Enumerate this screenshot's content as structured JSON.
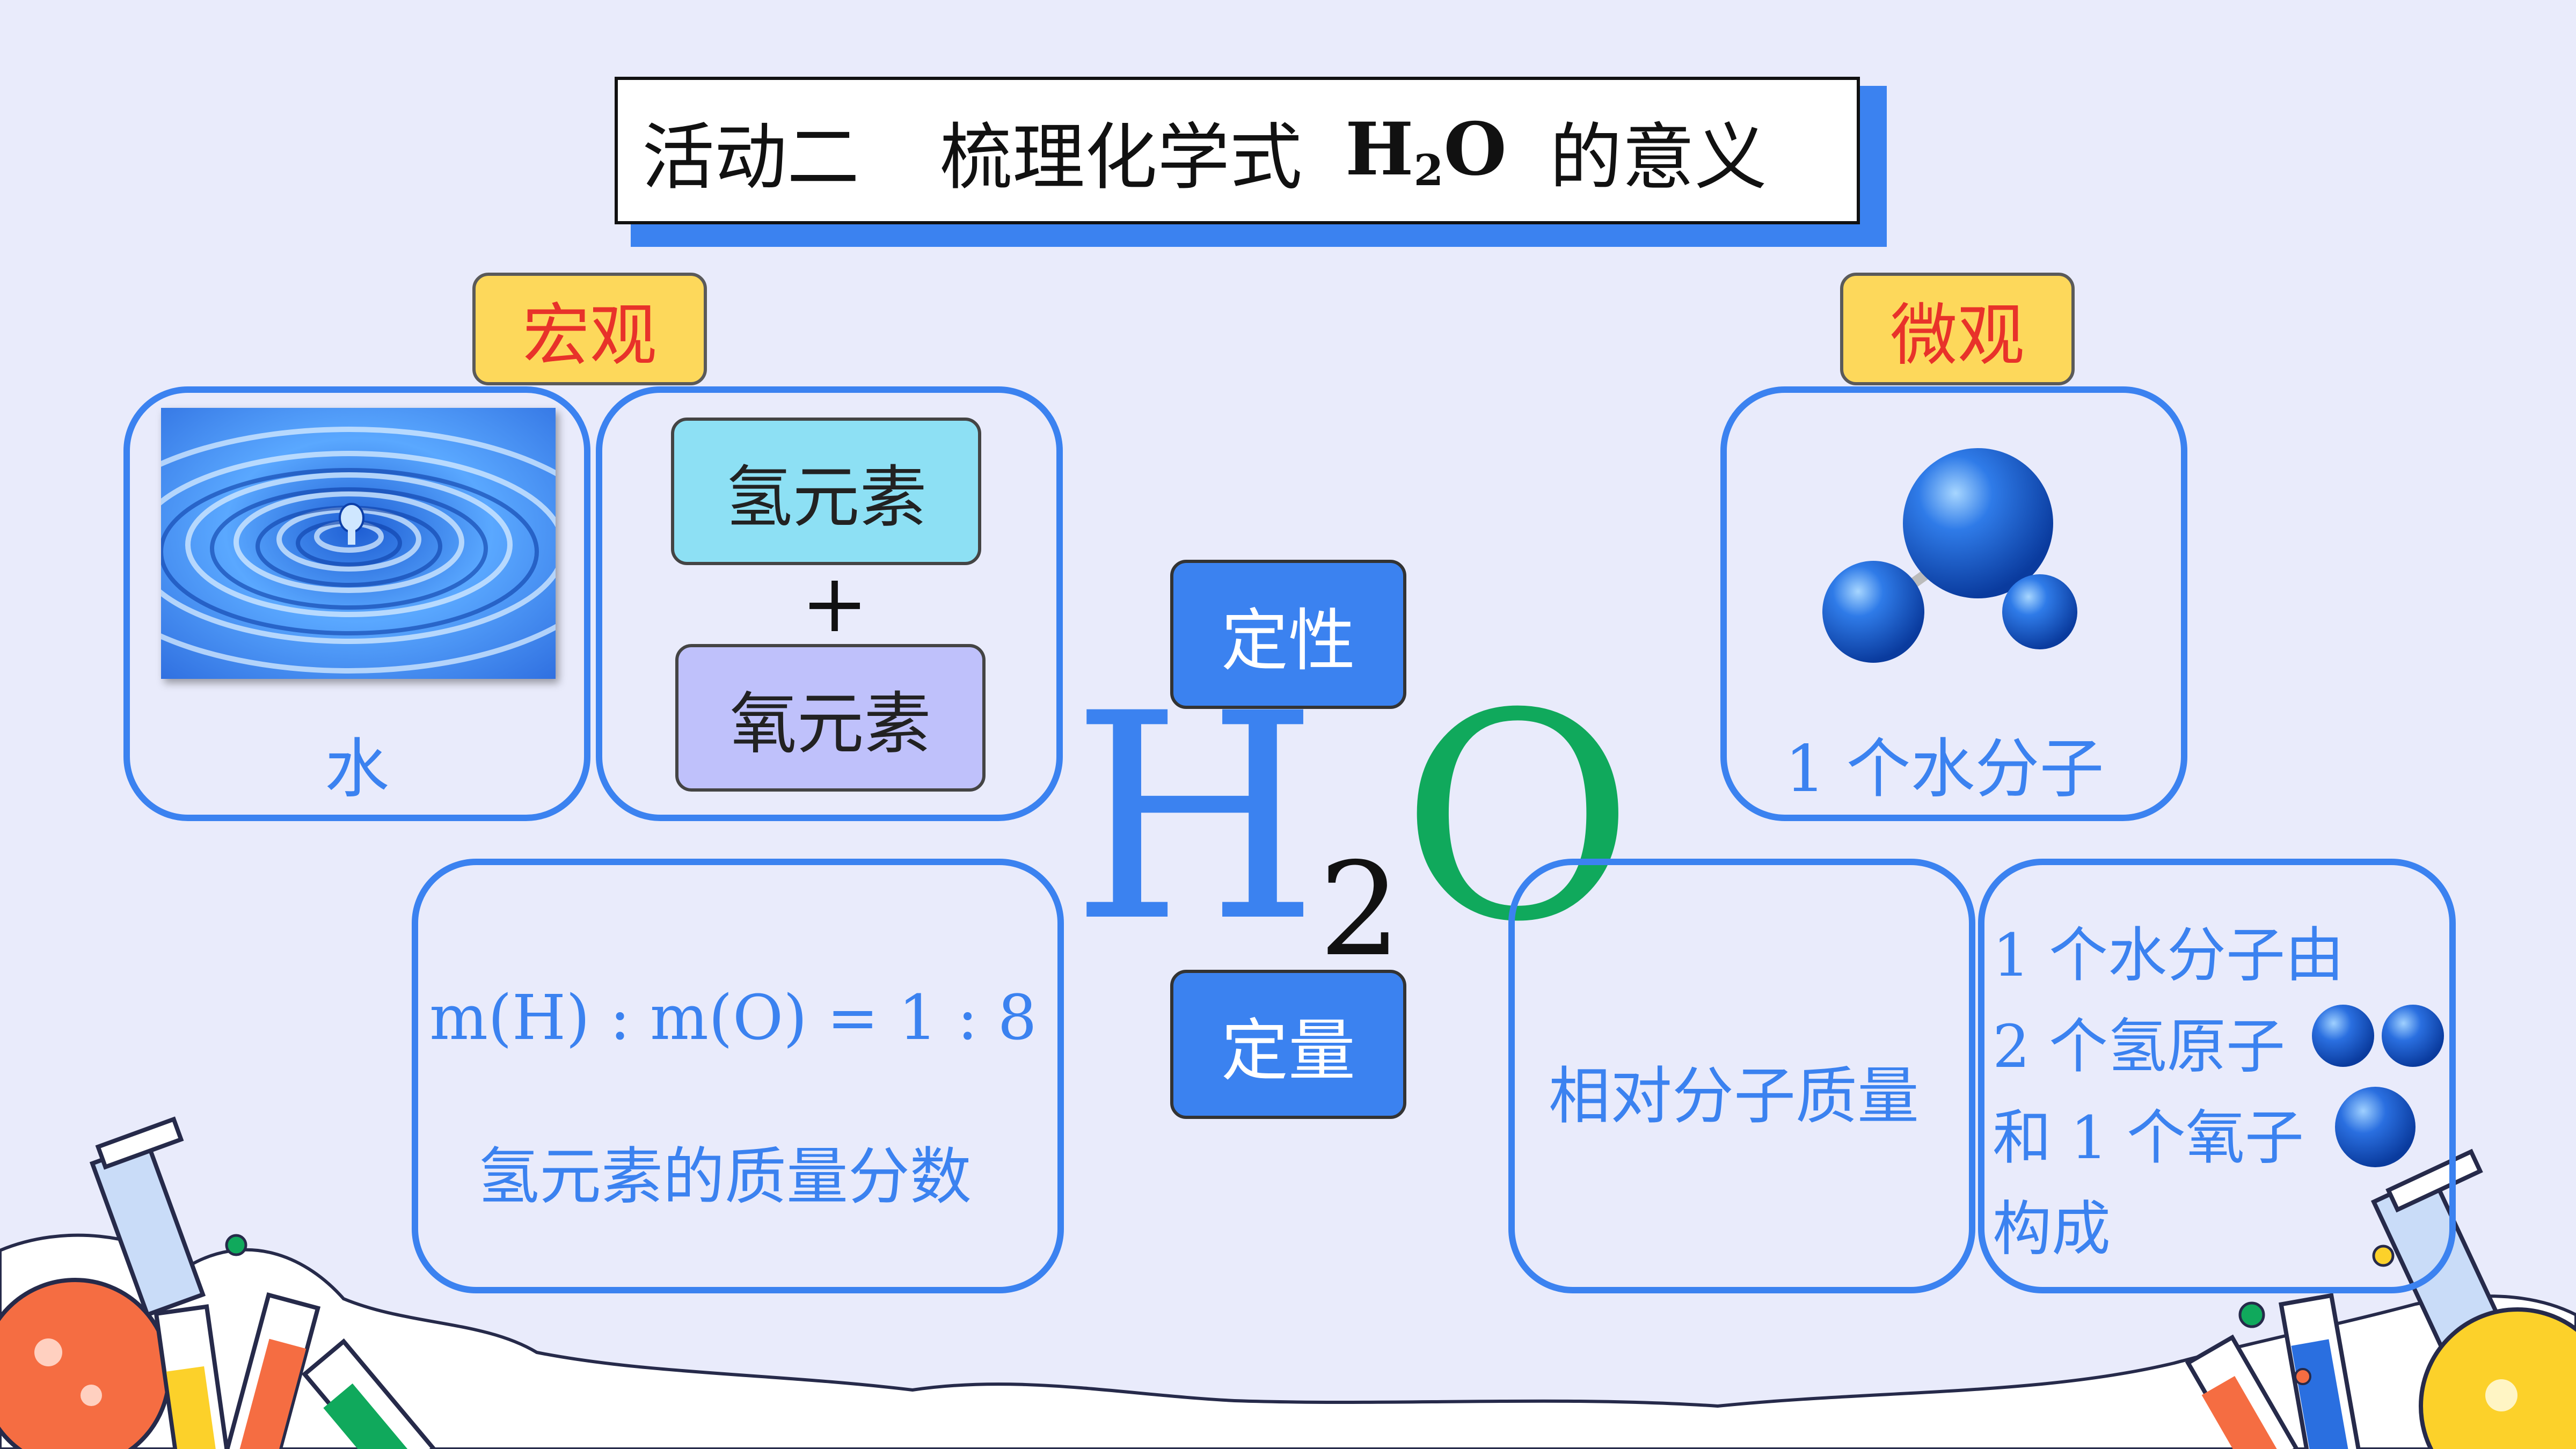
{
  "title": {
    "part1": "活动二",
    "part2": "梳理化学式",
    "formula_main": "H",
    "formula_sub": "2",
    "formula_end": "O",
    "part3": "的意义"
  },
  "macro": {
    "tag": "宏观",
    "water_label": "水",
    "element_h": "氢元素",
    "plus": "+",
    "element_o": "氧元素"
  },
  "micro": {
    "tag": "微观",
    "molecule_label": "1 个水分子"
  },
  "center": {
    "qualitative": "定性",
    "quantitative": "定量",
    "formula_h": "H",
    "formula_2": "2",
    "formula_o": "O"
  },
  "quant_macro": {
    "ratio": "m(H) : m(O) = 1 : 8",
    "mass_fraction": "氢元素的质量分数"
  },
  "quant_micro": {
    "relative_mass": "相对分子质量",
    "composition": [
      "1 个水分子由",
      "2 个氢原子",
      "和 1 个氧子",
      "构成"
    ]
  },
  "colors": {
    "accent_blue": "#3b82f0",
    "tag_yellow": "#fdd85b",
    "tag_text_red": "#e8322a",
    "oxygen_green": "#10a95c",
    "hydrogen_box": "#8de0f4",
    "oxygen_box": "#bfc1fb",
    "background": "#e9ebfb"
  },
  "icons": [
    "water-ripple-image",
    "water-molecule-icon",
    "hydrogen-atom-icon",
    "oxygen-atom-icon",
    "flask-icon",
    "test-tube-icon"
  ]
}
